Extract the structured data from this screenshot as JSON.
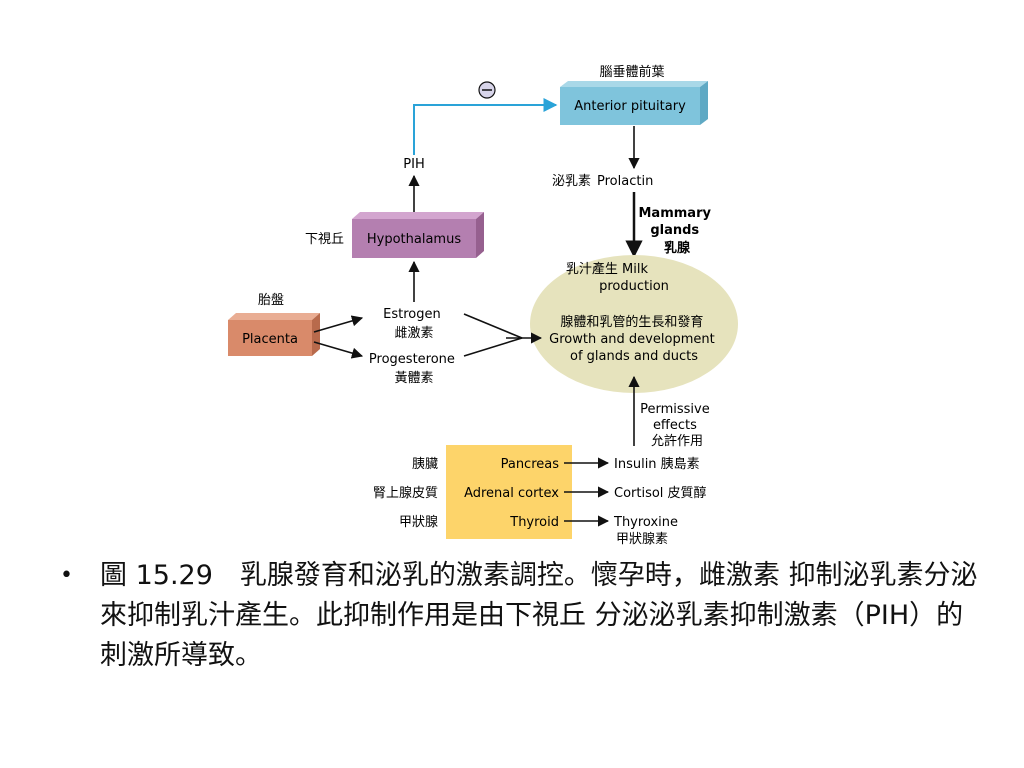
{
  "diagram": {
    "anterior_pituitary_zh": "腦垂體前葉",
    "anterior_pituitary": "Anterior pituitary",
    "inhibition_symbol": "−",
    "pih": "PIH",
    "hypothalamus_zh": "下視丘",
    "hypothalamus": "Hypothalamus",
    "prolactin_zh": "泌乳素",
    "prolactin": "Prolactin",
    "mammary_line1": "Mammary",
    "mammary_line2": "glands",
    "mammary_zh": "乳腺",
    "milk_line1": "乳汁產生 Milk",
    "milk_line2": "production",
    "growth_zh": "腺體和乳管的生長和發育",
    "growth_line1": "Growth and development",
    "growth_line2": "of glands and ducts",
    "placenta_zh": "胎盤",
    "placenta": "Placenta",
    "estrogen": "Estrogen",
    "estrogen_zh": "雌激素",
    "progesterone": "Progesterone",
    "progesterone_zh": "黃體素",
    "permissive_line1": "Permissive",
    "permissive_line2": "effects",
    "permissive_zh": "允許作用",
    "pancreas_zh": "胰臟",
    "pancreas": "Pancreas",
    "adrenal_zh": "腎上腺皮質",
    "adrenal": "Adrenal cortex",
    "thyroid_zh": "甲狀腺",
    "thyroid": "Thyroid",
    "insulin": "Insulin 胰島素",
    "cortisol": "Cortisol 皮質醇",
    "thyroxine": "Thyroxine",
    "thyroxine_zh": "甲狀腺素",
    "colors": {
      "pituitary": "#7fc4dc",
      "hypothalamus": "#b47fb0",
      "placenta": "#d98a6a",
      "glands_panel": "#fdd46a",
      "ellipse": "#e6e3bd",
      "inhibit_line": "#2aa3d8"
    }
  },
  "caption": {
    "bullet": "•",
    "text": "圖 15.29　乳腺發育和泌乳的激素調控。懷孕時，雌激素 抑制泌乳素分泌來抑制乳汁產生。此抑制作用是由下視丘 分泌泌乳素抑制激素（PIH）的刺激所導致。"
  }
}
